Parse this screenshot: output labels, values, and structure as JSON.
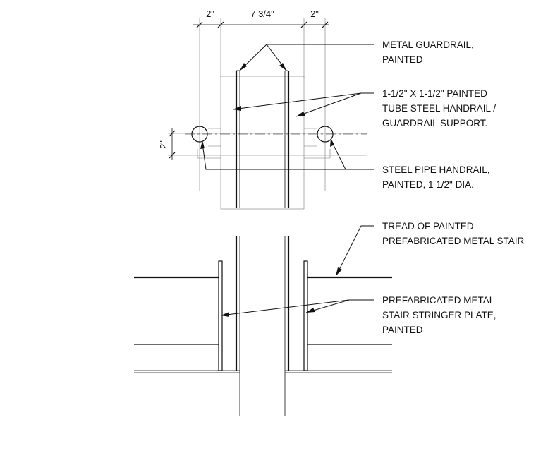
{
  "dimensions": {
    "left_offset": "2\"",
    "tube_width": "7 3/4\"",
    "right_offset": "2\"",
    "vertical_offset": "2\""
  },
  "callouts": {
    "guardrail": [
      "METAL GUARDRAIL,",
      "PAINTED"
    ],
    "tube_support": [
      "1-1/2\" X 1-1/2\" PAINTED",
      "TUBE STEEL HANDRAIL /",
      "GUARDRAIL SUPPORT."
    ],
    "pipe_handrail": [
      "STEEL PIPE HANDRAIL,",
      "PAINTED, 1 1/2\" DIA."
    ],
    "tread": [
      "TREAD OF PAINTED",
      "PREFABRICATED METAL STAIR"
    ],
    "stringer": [
      "PREFABRICATED METAL",
      "STAIR STRINGER PLATE,",
      "PAINTED"
    ]
  }
}
